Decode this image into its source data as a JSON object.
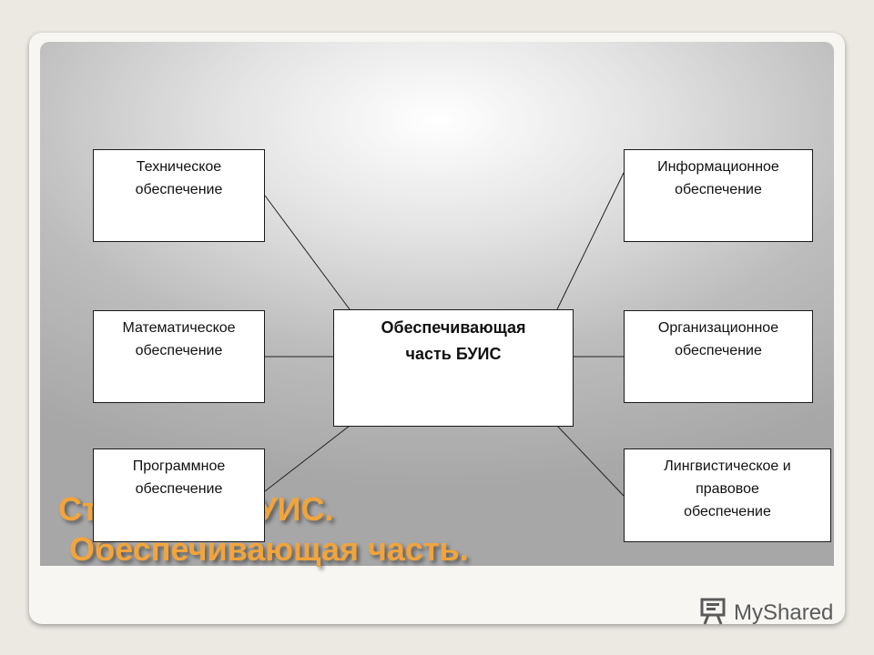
{
  "diagram": {
    "center": [
      "Обеспечивающая",
      "часть БУИС"
    ],
    "left_boxes": [
      [
        "Техническое",
        "обеспечение"
      ],
      [
        "Математическое",
        "обеспечение"
      ],
      [
        "Программное",
        "обеспечение"
      ]
    ],
    "right_boxes": [
      [
        "Информационное",
        "обеспечение"
      ],
      [
        "Организационное",
        "обеспечение"
      ],
      [
        "Лингвистическое и",
        "правовое",
        "обеспечение"
      ]
    ]
  },
  "title": {
    "line1": "Структура БУИС.",
    "line2": "Обеспечивающая часть."
  },
  "watermark": {
    "text": "MyShared",
    "icon": "presentation-icon"
  },
  "colors": {
    "title": "#f2a43c",
    "box_border": "#1a1a1a"
  }
}
